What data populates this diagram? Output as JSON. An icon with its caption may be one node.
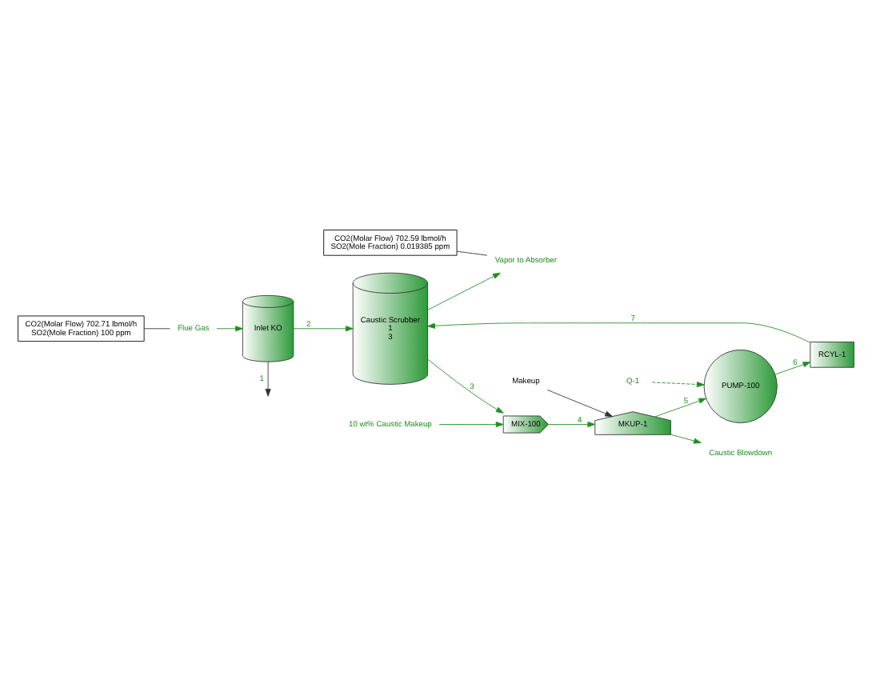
{
  "diagram": {
    "nodes": [
      {
        "text": [
          "CO2(Molar Flow) 702.59 lbmol/h",
          "SO2(Mole Fraction) 0.019385 ppm"
        ]
      },
      {
        "text": [
          "Vapor to Absorber"
        ]
      },
      {
        "text": [
          "Caustic Scrubber",
          "1",
          "3"
        ]
      },
      {
        "text": [
          "RCYL-1"
        ]
      },
      {
        "text": [
          "PUMP-100"
        ]
      },
      {
        "text": [
          "Q-1"
        ]
      },
      {
        "text": [
          "Makeup"
        ]
      },
      {
        "text": [
          "MKUP-1"
        ]
      },
      {
        "text": [
          "MIX-100"
        ]
      },
      {
        "text": [
          "CO2(Molar Flow) 702.71 lbmol/h",
          "SO2(Mole Fraction) 100 ppm"
        ]
      },
      {
        "text": [
          "Flue Gas"
        ]
      },
      {
        "text": [
          "Inlet KO"
        ]
      },
      {
        "text": [
          "10 wt% Caustic Makeup"
        ]
      },
      {
        "text": [
          "Caustic Blowdown"
        ]
      }
    ],
    "edges": [
      {
        "from": 10,
        "to": 11,
        "arrow": "to"
      },
      {
        "from": 9,
        "to": 10,
        "arrow": "none",
        "color": "#333333"
      },
      {
        "from": 11,
        "to": 2,
        "arrow": "to",
        "label": "2"
      },
      {
        "from": 11,
        "to": null,
        "arrow": "to",
        "label": "1",
        "color": "#333333"
      },
      {
        "from": 2,
        "to": 1,
        "arrow": "to"
      },
      {
        "from": 0,
        "to": 1,
        "arrow": "none",
        "color": "#333333"
      },
      {
        "from": 2,
        "to": 8,
        "arrow": "to",
        "label": "3"
      },
      {
        "from": 12,
        "to": 8,
        "arrow": "to"
      },
      {
        "from": 8,
        "to": 7,
        "arrow": "to",
        "label": "4"
      },
      {
        "from": 6,
        "to": 7,
        "arrow": "to",
        "color": "#333333"
      },
      {
        "from": 7,
        "to": 13,
        "arrow": "to"
      },
      {
        "from": 7,
        "to": 4,
        "arrow": "to",
        "label": "5"
      },
      {
        "from": 5,
        "to": 4,
        "arrow": "to",
        "style": "dashed"
      },
      {
        "from": 4,
        "to": 3,
        "arrow": "to",
        "label": "6"
      },
      {
        "from": 3,
        "to": 2,
        "arrow": "to",
        "label": "7"
      }
    ]
  }
}
